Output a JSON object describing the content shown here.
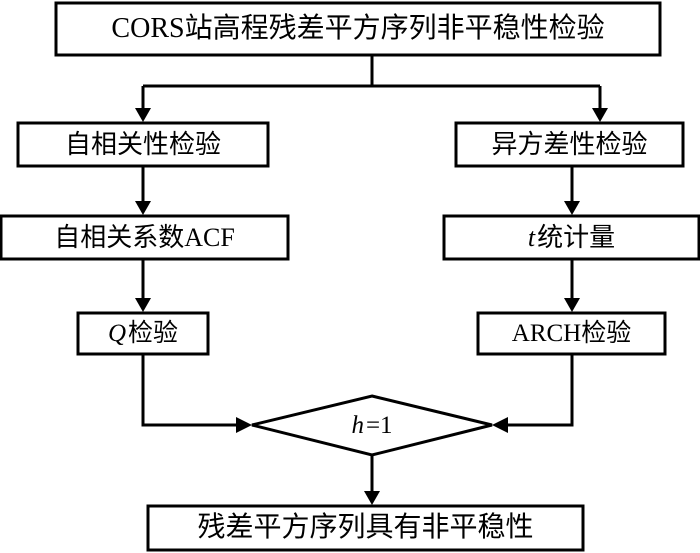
{
  "diagram": {
    "type": "flowchart",
    "title": "CORS站高程残差平方序列非平稳性检验",
    "language": "zh-CN",
    "nodes": {
      "root": {
        "id": "root",
        "shape": "rectangle",
        "label": "CORS站高程残差平方序列非平稳性检验"
      },
      "autocorrelation_test": {
        "id": "autocorrelation_test",
        "shape": "rectangle",
        "label": "自相关性检验"
      },
      "heteroscedasticity_test": {
        "id": "heteroscedasticity_test",
        "shape": "rectangle",
        "label": "异方差性检验"
      },
      "acf": {
        "id": "acf",
        "shape": "rectangle",
        "label": "自相关系数ACF"
      },
      "t_statistic": {
        "id": "t_statistic",
        "shape": "rectangle",
        "label_italic": "t",
        "label_rest": "统计量",
        "label": "t统计量"
      },
      "q_test": {
        "id": "q_test",
        "shape": "rectangle",
        "label_italic": "Q",
        "label_rest": "检验",
        "label": "Q检验"
      },
      "arch_test": {
        "id": "arch_test",
        "shape": "rectangle",
        "label": "ARCH检验"
      },
      "decision": {
        "id": "decision",
        "shape": "diamond",
        "label_italic": "h",
        "label_rest": "=1",
        "label": "h=1"
      },
      "conclusion": {
        "id": "conclusion",
        "shape": "rectangle",
        "label": "残差平方序列具有非平稳性"
      }
    },
    "edges": [
      {
        "from": "root",
        "to": "autocorrelation_test",
        "style": "split-down-left",
        "arrow": "down"
      },
      {
        "from": "root",
        "to": "heteroscedasticity_test",
        "style": "split-down-right",
        "arrow": "down"
      },
      {
        "from": "autocorrelation_test",
        "to": "acf",
        "style": "straight-down",
        "arrow": "down"
      },
      {
        "from": "heteroscedasticity_test",
        "to": "t_statistic",
        "style": "straight-down",
        "arrow": "down"
      },
      {
        "from": "acf",
        "to": "q_test",
        "style": "straight-down",
        "arrow": "down"
      },
      {
        "from": "t_statistic",
        "to": "arch_test",
        "style": "straight-down",
        "arrow": "down"
      },
      {
        "from": "q_test",
        "to": "decision",
        "style": "down-then-right",
        "arrow": "right"
      },
      {
        "from": "arch_test",
        "to": "decision",
        "style": "down-then-left",
        "arrow": "left"
      },
      {
        "from": "decision",
        "to": "conclusion",
        "style": "straight-down",
        "arrow": "down"
      }
    ],
    "colors": {
      "background": "#ffffff",
      "stroke": "#000000",
      "fill": "#ffffff",
      "text": "#000000"
    }
  }
}
